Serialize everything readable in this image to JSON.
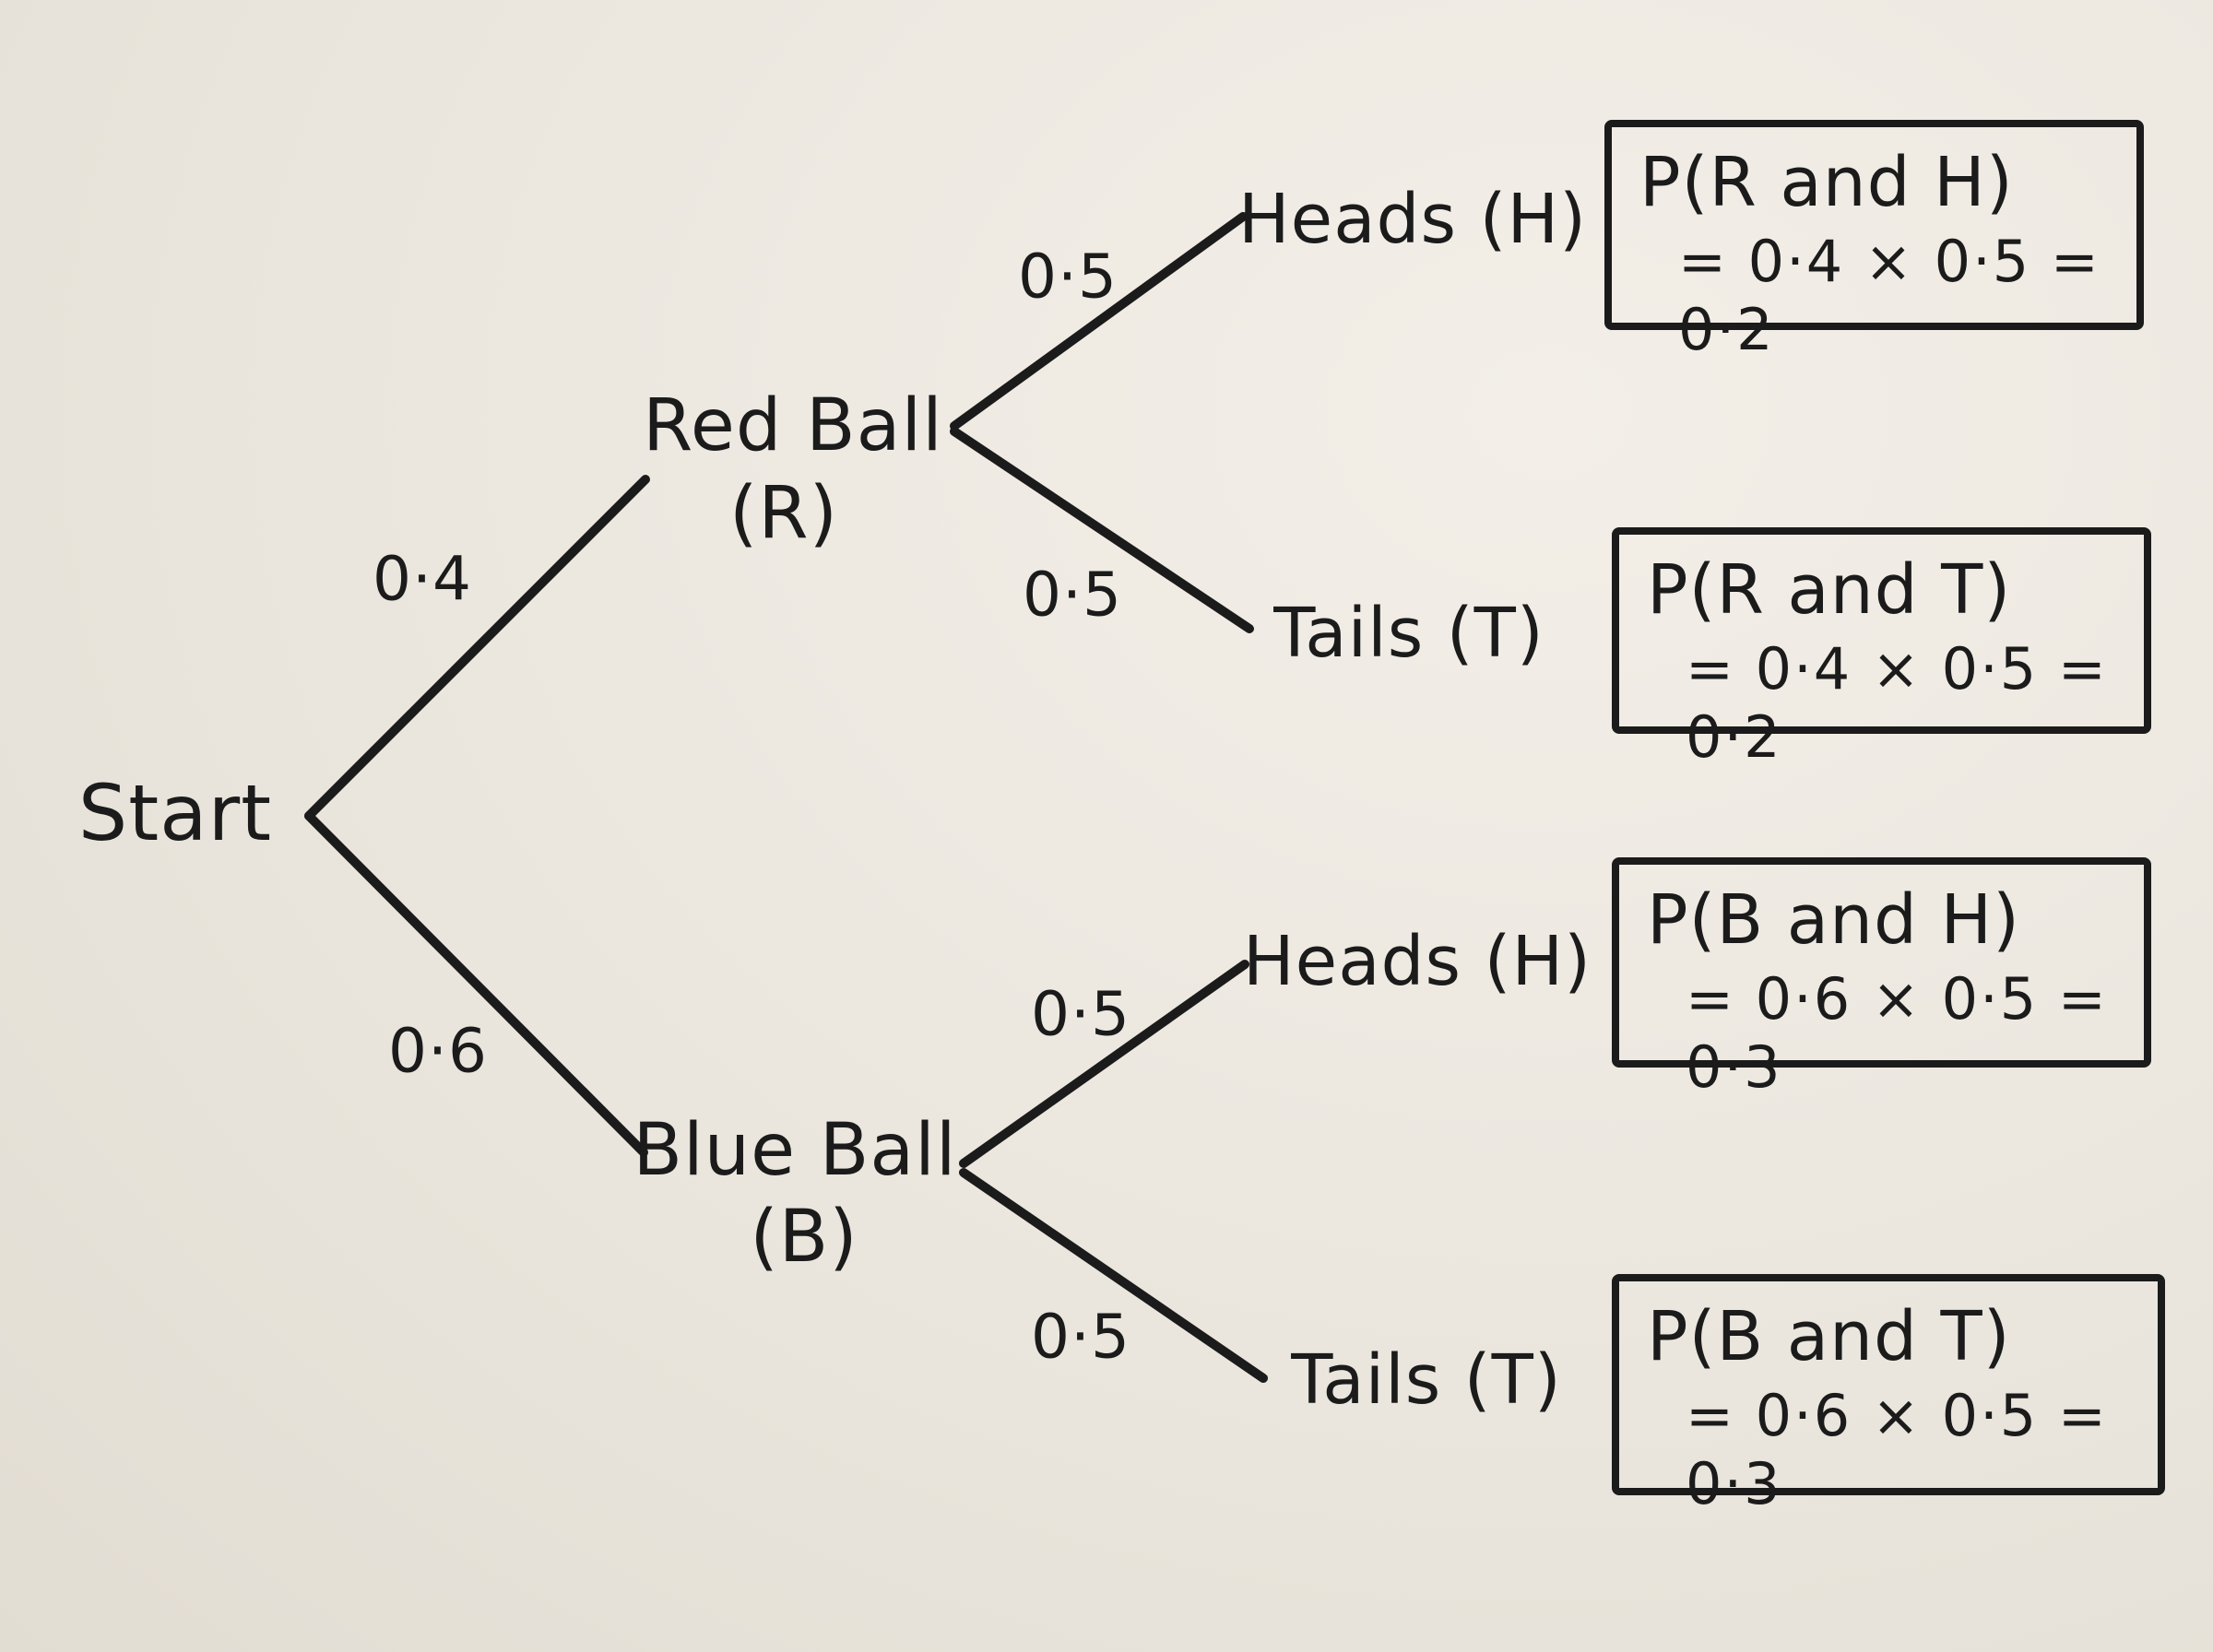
{
  "colors": {
    "ink": "#1b1b1b",
    "paper": "#ece8e0"
  },
  "tree": {
    "start_label": "Start",
    "branches": [
      {
        "probability": "0·4",
        "node": "Red Ball",
        "symbol": "(R)"
      },
      {
        "probability": "0·6",
        "node": "Blue Ball",
        "symbol": "(B)"
      }
    ],
    "outcomes": [
      {
        "probability": "0·5",
        "label": "Heads (H)"
      },
      {
        "probability": "0·5",
        "label": "Tails (T)"
      },
      {
        "probability": "0·5",
        "label": "Heads (H)"
      },
      {
        "probability": "0·5",
        "label": "Tails (T)"
      }
    ],
    "results": [
      {
        "line1": "P(R and H)",
        "line2": "= 0·4 × 0·5 = 0·2"
      },
      {
        "line1": "P(R and T)",
        "line2": "= 0·4 × 0·5 = 0·2"
      },
      {
        "line1": "P(B and H)",
        "line2": "= 0·6 × 0·5 = 0·3"
      },
      {
        "line1": "P(B and T)",
        "line2": "= 0·6 × 0·5 = 0·3"
      }
    ]
  }
}
